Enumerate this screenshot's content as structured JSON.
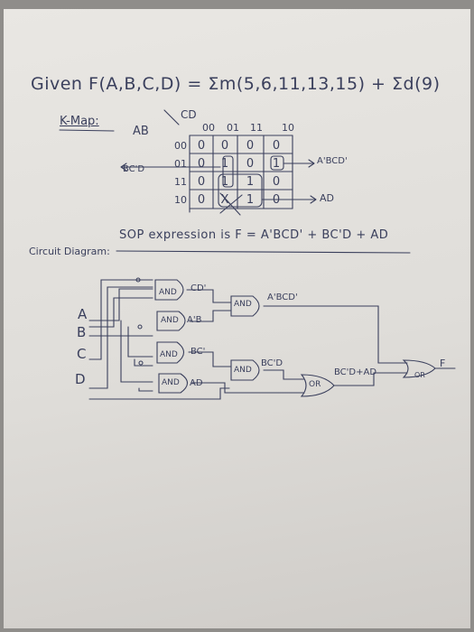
{
  "title": "Given  F(A,B,C,D) = Σm(5,6,11,13,15) + Σd(9)",
  "kmap": {
    "heading": "K-Map:",
    "row_var": "AB",
    "col_var": "CD",
    "col_headers": [
      "00",
      "01",
      "11",
      "10"
    ],
    "row_headers": [
      "00",
      "01",
      "11",
      "10"
    ],
    "cells": [
      [
        "0",
        "0",
        "0",
        "0"
      ],
      [
        "0",
        "1",
        "0",
        "1"
      ],
      [
        "0",
        "1",
        "1",
        "0"
      ],
      [
        "0",
        "X",
        "1",
        "0"
      ]
    ],
    "group_label_left": "BC'D",
    "group_label_right_top": "A'BCD'",
    "group_label_right_bottom": "AD"
  },
  "sop": "SOP expression is  F = A'BCD' + BC'D + AD",
  "circuit": {
    "heading": "Circuit Diagram:",
    "inputs": [
      "A",
      "B",
      "C",
      "D"
    ],
    "gates": {
      "and1": "AND",
      "and2": "AND",
      "and3": "AND",
      "and4": "AND",
      "and5": "AND",
      "and6": "AND",
      "or1": "OR",
      "or2": "OR"
    },
    "labels": {
      "cd": "CD'",
      "ab": "A'B",
      "bc": "BC'",
      "ad": "AD",
      "abcd": "A'BCD'",
      "bcd": "BC'D",
      "bcd_ad": "BC'D+AD",
      "f": "F"
    }
  }
}
